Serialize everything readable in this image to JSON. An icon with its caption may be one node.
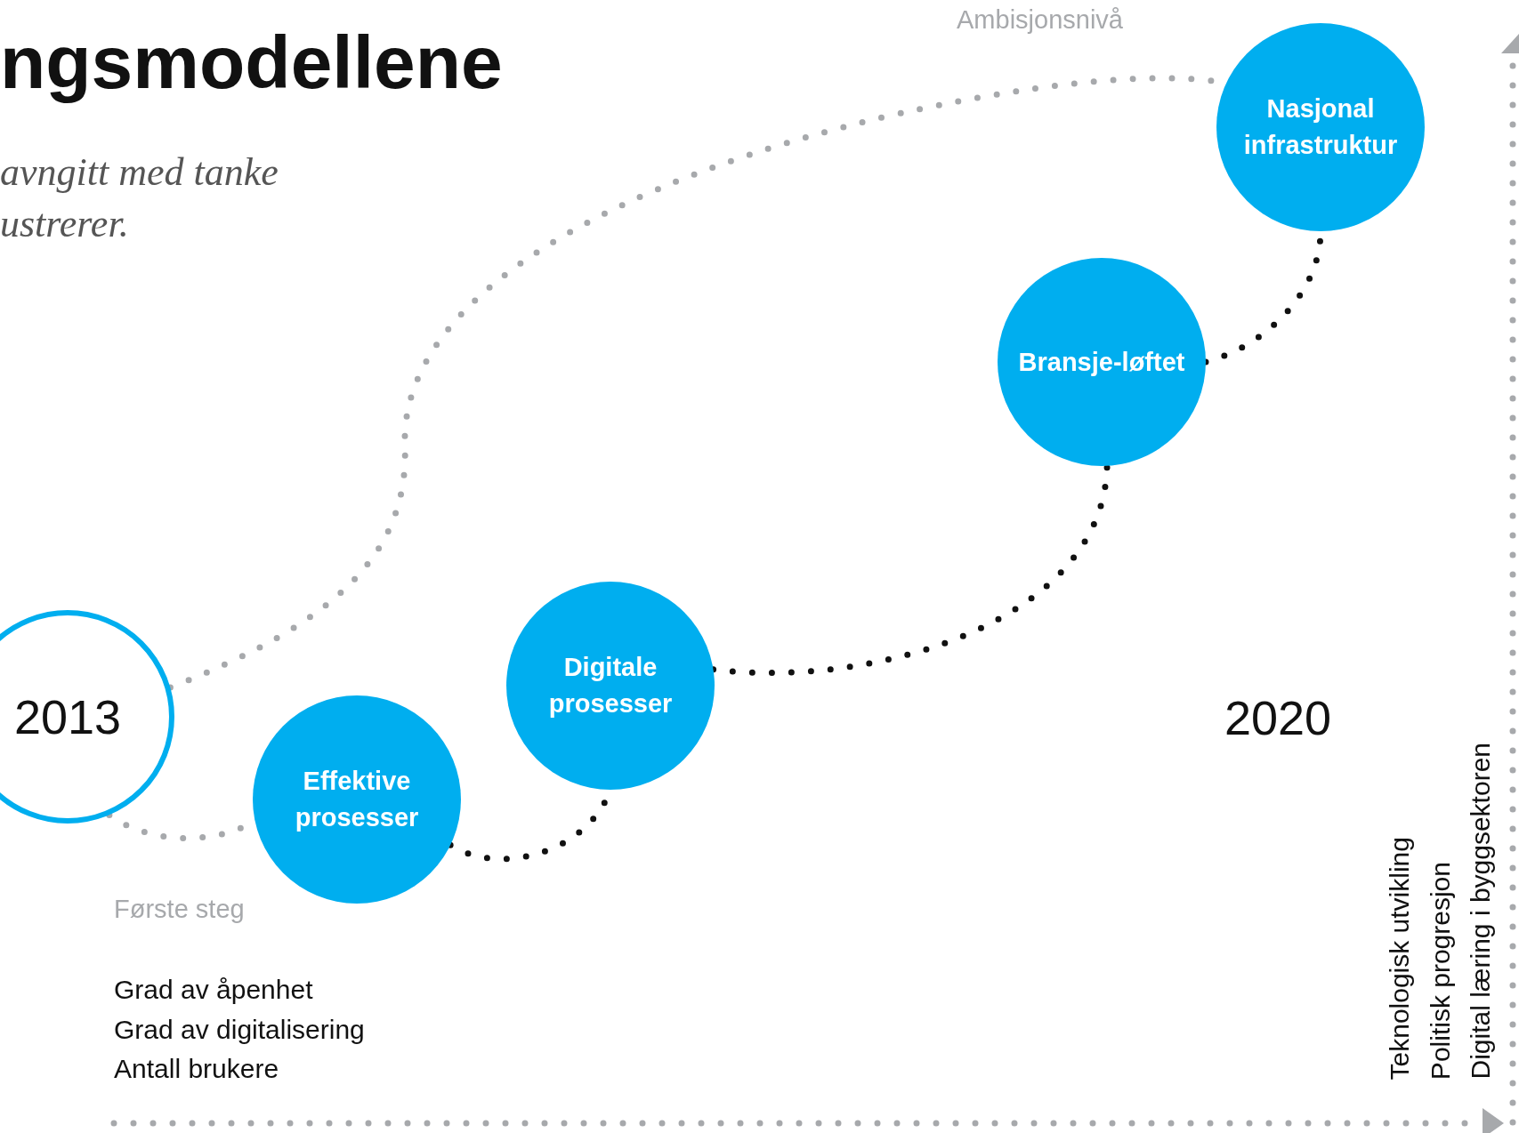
{
  "diagram": {
    "title": "ngsmodellene",
    "nodes": [
      {
        "text": [
          "2013"
        ]
      },
      {
        "text": [
          "Effektive prosesser"
        ]
      },
      {
        "text": [
          "Digitale prosesser"
        ]
      },
      {
        "text": [
          "Bransje-løftet"
        ]
      },
      {
        "text": [
          "Nasjonal infrastruktur"
        ]
      }
    ],
    "edges": [
      {
        "from": 0,
        "to": 4,
        "arrow": "none",
        "color": "#a7a9ac"
      },
      {
        "from": 0,
        "to": 1,
        "arrow": "none",
        "color": "#a7a9ac"
      },
      {
        "from": 1,
        "to": 2,
        "arrow": "none"
      },
      {
        "from": 2,
        "to": 3,
        "arrow": "none"
      },
      {
        "from": 3,
        "to": 4,
        "arrow": "none"
      }
    ],
    "labels": [
      "Ambisjonsnivå",
      "avngitt med tanke ustrerer.",
      "2020",
      "Første steg",
      "Grad av åpenhet",
      "Grad av digitalisering",
      "Antall brukere",
      "Teknologisk utvikling",
      "Politisk progresjon",
      "Digital læring i byggsektoren"
    ]
  }
}
